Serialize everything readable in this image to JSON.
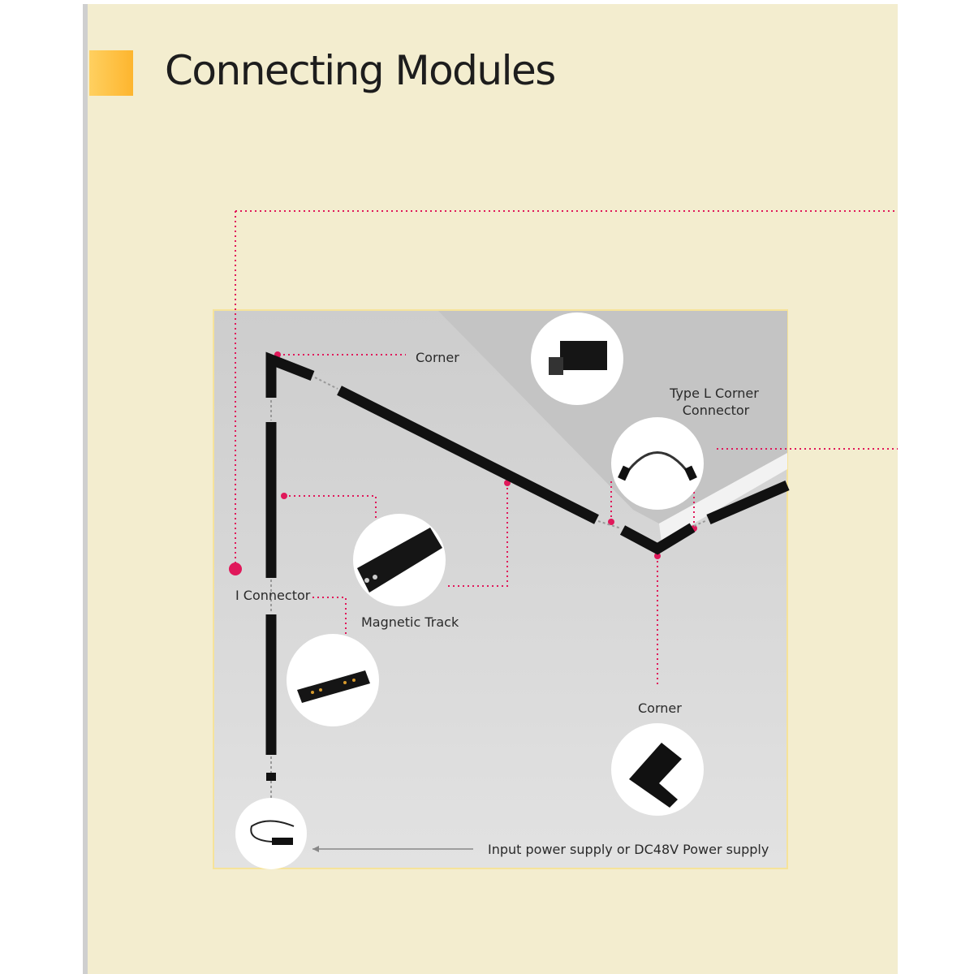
{
  "page": {
    "title": "Connecting Modules"
  },
  "colors": {
    "panel": "#f3edcf",
    "accent": "#fdb52e",
    "callout": "#e0185a",
    "track": "#111111"
  },
  "diagram": {
    "labels": {
      "corner_top": "Corner",
      "type_l_line1": "Type L Corner",
      "type_l_line2": "Connector",
      "i_connector": "I Connector",
      "magnetic_track": "Magnetic Track",
      "corner_bottom": "Corner",
      "power_supply": "Input power supply or DC48V Power supply"
    }
  }
}
